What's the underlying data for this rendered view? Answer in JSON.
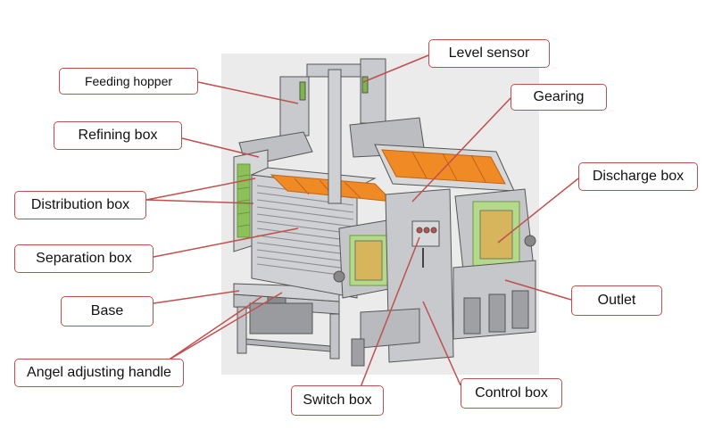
{
  "colors": {
    "callout_border": "#c0504d",
    "leader_line": "#c0504d",
    "machine_body": "#c8c9cc",
    "screen_orange": "#f08a24",
    "window_green": "#7ab648",
    "background_panel": "#ecebeb"
  },
  "labels": {
    "level_sensor": "Level sensor",
    "feeding_hopper": "Feeding hopper",
    "gearing": "Gearing",
    "refining_box": "Refining box",
    "distribution_box": "Distribution box",
    "discharge_box": "Discharge box",
    "separation_box": "Separation box",
    "outlet": "Outlet",
    "base": "Base",
    "angel_adjusting_handle": "Angel adjusting handle",
    "switch_box": "Switch box",
    "control_box": "Control box"
  }
}
